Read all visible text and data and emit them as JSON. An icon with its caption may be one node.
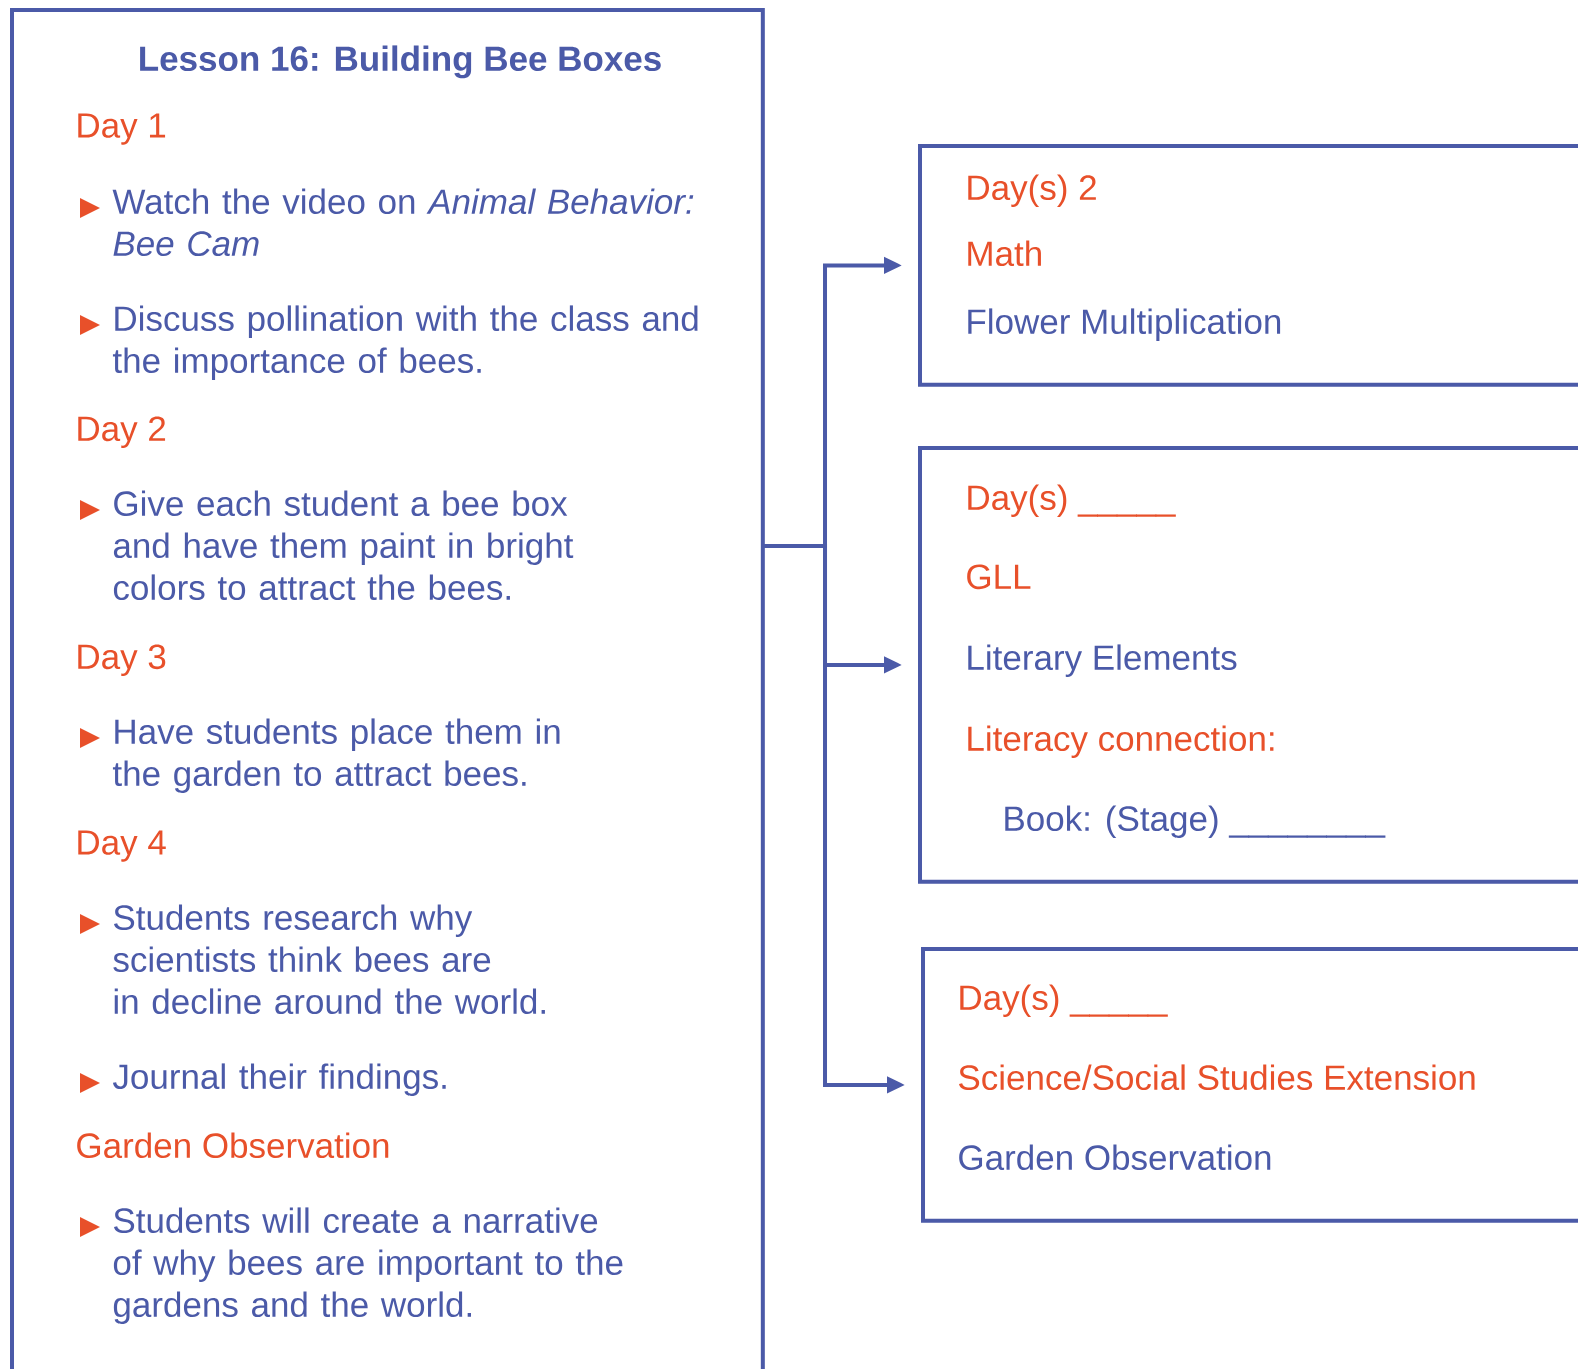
{
  "diagram": {
    "nodes": [
      {
        "text": [
          "Lesson 16: Building Bee Boxes",
          "Day 1",
          "Watch the video on *Animal Behavior: Bee Cam*",
          "Discuss pollination with the class and the importance of bees.",
          "Day 2",
          "Give each student a bee box and have them paint in bright colors to attract the bees.",
          "Day 3",
          "Have students place them in the garden to attract bees.",
          "Day 4",
          "Students research why scientists think bees are in decline around the world.",
          "Journal their findings.",
          "Garden Observation",
          "Students will create a narrative of why bees are important to the gardens and the world."
        ]
      },
      {
        "text": [
          "Day(s) 2",
          "Math",
          "Flower Multiplication"
        ]
      },
      {
        "text": [
          "Day(s) _____",
          "GLL",
          "Literary Elements",
          "Literacy connection:",
          "Book: (Stage) ________"
        ]
      },
      {
        "text": [
          "Day(s) _____",
          "Science/Social Studies Extension",
          "Garden Observation"
        ]
      }
    ],
    "edges": [
      {
        "from": 0,
        "to": 1,
        "arrow": "to"
      },
      {
        "from": 0,
        "to": 2,
        "arrow": "to"
      },
      {
        "from": 0,
        "to": 3,
        "arrow": "to"
      }
    ]
  }
}
